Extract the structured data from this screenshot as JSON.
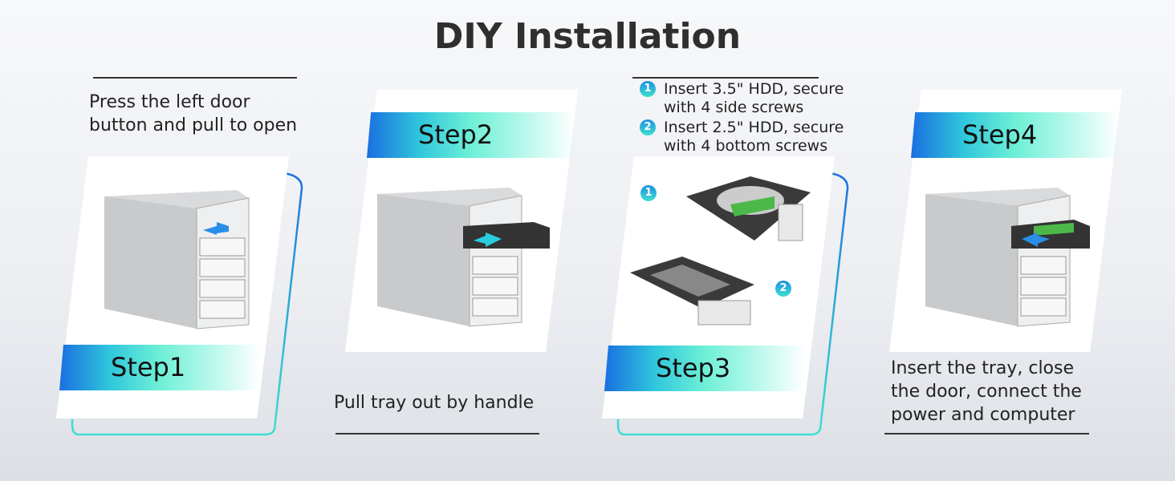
{
  "title": "DIY Installation",
  "steps": [
    {
      "label": "Step1",
      "caption_lines": [
        "Press the left door",
        "button and pull to open"
      ]
    },
    {
      "label": "Step2",
      "caption_lines": [
        "Pull tray out by handle"
      ]
    },
    {
      "label": "Step3",
      "instructions": [
        {
          "num": "1",
          "lines": [
            "Insert 3.5\" HDD, secure",
            "with 4 side screws"
          ]
        },
        {
          "num": "2",
          "lines": [
            "Insert 2.5\" HDD, secure",
            "with 4 bottom screws"
          ]
        }
      ],
      "markers": [
        "1",
        "2"
      ]
    },
    {
      "label": "Step4",
      "caption_lines": [
        "Insert the tray, close",
        "the door, connect the",
        "power and computer"
      ]
    }
  ],
  "colors": {
    "accent_blue": "#1a6fe0",
    "accent_teal": "#3ee0cf"
  }
}
